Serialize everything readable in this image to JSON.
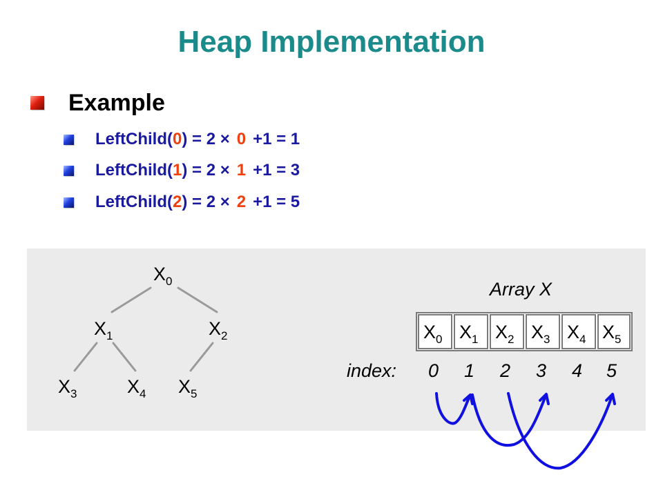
{
  "slide": {
    "title": "Heap Implementation",
    "heading": "Example"
  },
  "examples": [
    {
      "prefix": "LeftChild(",
      "arg": "0",
      "mid": ") = 2 ",
      "times": "×",
      "factor": "0",
      "tail": "+1 = 1"
    },
    {
      "prefix": "LeftChild(",
      "arg": "1",
      "mid": ") = 2 ",
      "times": "×",
      "factor": "1",
      "tail": "+1 = 3"
    },
    {
      "prefix": "LeftChild(",
      "arg": "2",
      "mid": ") = 2 ",
      "times": "×",
      "factor": "2",
      "tail": "+1 = 5"
    }
  ],
  "tree": {
    "nodes": [
      {
        "base": "X",
        "sub": "0"
      },
      {
        "base": "X",
        "sub": "1"
      },
      {
        "base": "X",
        "sub": "2"
      },
      {
        "base": "X",
        "sub": "3"
      },
      {
        "base": "X",
        "sub": "4"
      },
      {
        "base": "X",
        "sub": "5"
      }
    ]
  },
  "array": {
    "label": "Array X",
    "cells": [
      {
        "base": "X",
        "sub": "0"
      },
      {
        "base": "X",
        "sub": "1"
      },
      {
        "base": "X",
        "sub": "2"
      },
      {
        "base": "X",
        "sub": "3"
      },
      {
        "base": "X",
        "sub": "4"
      },
      {
        "base": "X",
        "sub": "5"
      }
    ],
    "index_label": "index:",
    "indices": [
      "0",
      "1",
      "2",
      "3",
      "4",
      "5"
    ]
  },
  "colors": {
    "title": "#1a8a8a",
    "text": "#1a1aa0",
    "highlight": "#f04010",
    "arrow": "#1010e0",
    "line": "#9a9a9a",
    "panel": "#ebebeb"
  }
}
